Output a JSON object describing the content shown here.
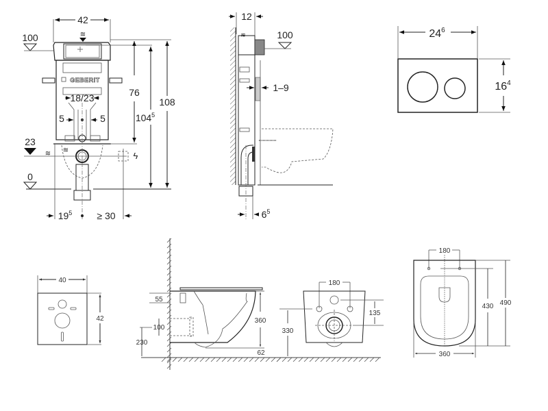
{
  "brand_label": "GEBERIT",
  "frame_front_view": {
    "width": "42",
    "height_total": "108",
    "height_to_flush": "76",
    "height_to_inlet_main": "104",
    "height_to_inlet_sup": "5",
    "inner_width": "18/23",
    "offset_left": "5",
    "offset_right": "5",
    "level_top": "100",
    "level_supply": "23",
    "level_floor": "0",
    "offset_side_main": "19",
    "offset_side_sup": "5",
    "socket_min_distance": "≥ 30"
  },
  "frame_side_view": {
    "depth": "12",
    "level_top": "100",
    "wall_thickness_range": "1–9",
    "offset_bottom_main": "6",
    "offset_bottom_sup": "5"
  },
  "flush_plate": {
    "width_main": "24",
    "width_sup": "6",
    "height_main": "16",
    "height_sup": "4"
  },
  "sound_pad": {
    "width": "40",
    "height": "42"
  },
  "toilet_side_view": {
    "dim_top_fixing": "55",
    "dim_drain_height": "100",
    "dim_drain_from_floor": "230",
    "dim_bowl_height": "360",
    "dim_bottom_gap": "62"
  },
  "toilet_back_view": {
    "bolt_spacing": "180",
    "dim_inlet_to_drain": "135",
    "dim_bolts_from_floor": "330"
  },
  "toilet_top_view": {
    "bolt_spacing": "180",
    "length_from_bolts": "430",
    "length_total": "490",
    "width": "360"
  }
}
